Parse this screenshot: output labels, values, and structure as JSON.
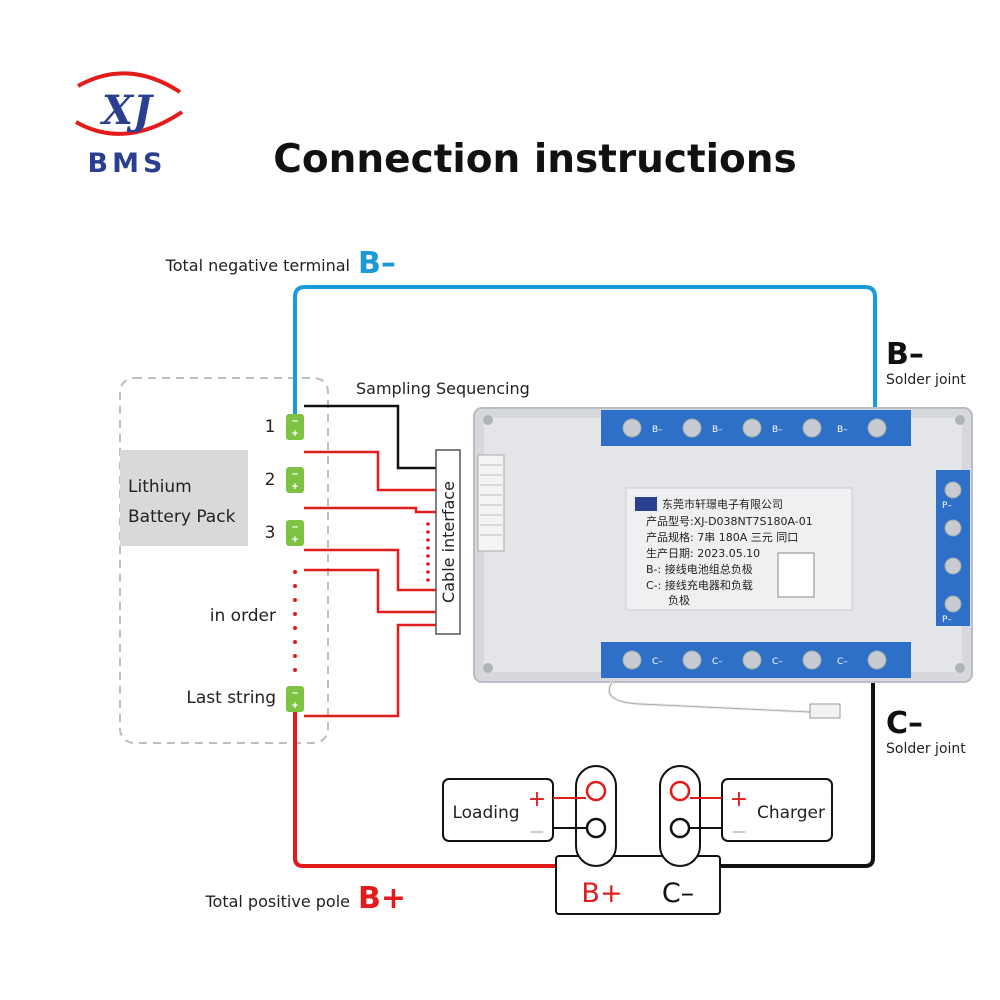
{
  "logo": {
    "letters": "XJ",
    "brand": "BMS"
  },
  "title": "Connection instructions",
  "negative_terminal": {
    "label": "Total negative terminal",
    "symbol": "B–"
  },
  "positive_pole": {
    "label": "Total positive pole",
    "symbol": "B+"
  },
  "b_minus_joint": {
    "symbol": "B–",
    "caption": "Solder joint"
  },
  "c_minus_joint": {
    "symbol": "C–",
    "caption": "Solder joint"
  },
  "sampling_label": "Sampling Sequencing",
  "cable_interface": "Cable interface",
  "battery_pack": {
    "line1": "Lithium",
    "line2": "Battery Pack"
  },
  "cells": [
    {
      "label": "1"
    },
    {
      "label": "2"
    },
    {
      "label": "3"
    },
    {
      "label": "Last string"
    }
  ],
  "in_order": "in order",
  "cell_plus": "+",
  "cell_minus": "–",
  "loading": {
    "label": "Loading",
    "plus": "+",
    "minus": "—"
  },
  "charger": {
    "label": "Charger",
    "plus": "+",
    "minus": "—"
  },
  "terminal_block": {
    "b_plus": "B+",
    "c_minus": "C–"
  },
  "pcb": {
    "label_lines": [
      "东莞市轩璟电子有限公司",
      "产品型号:XJ-D038NT7S180A-01",
      "产品规格: 7串 180A 三元 同口",
      "生产日期: 2023.05.10",
      "B-: 接线电池组总负极",
      "C-: 接线充电器和负载",
      "负极"
    ],
    "top_pad_label": "B–",
    "bottom_pad_label": "C–",
    "right_pad_label": "P–"
  },
  "colors": {
    "blue": "#1a9ad6",
    "red": "#e21b1b",
    "black": "#111111",
    "green": "#7dc242",
    "pcb_blue": "#2e6fc7",
    "logo_blue": "#2a3f8f"
  }
}
